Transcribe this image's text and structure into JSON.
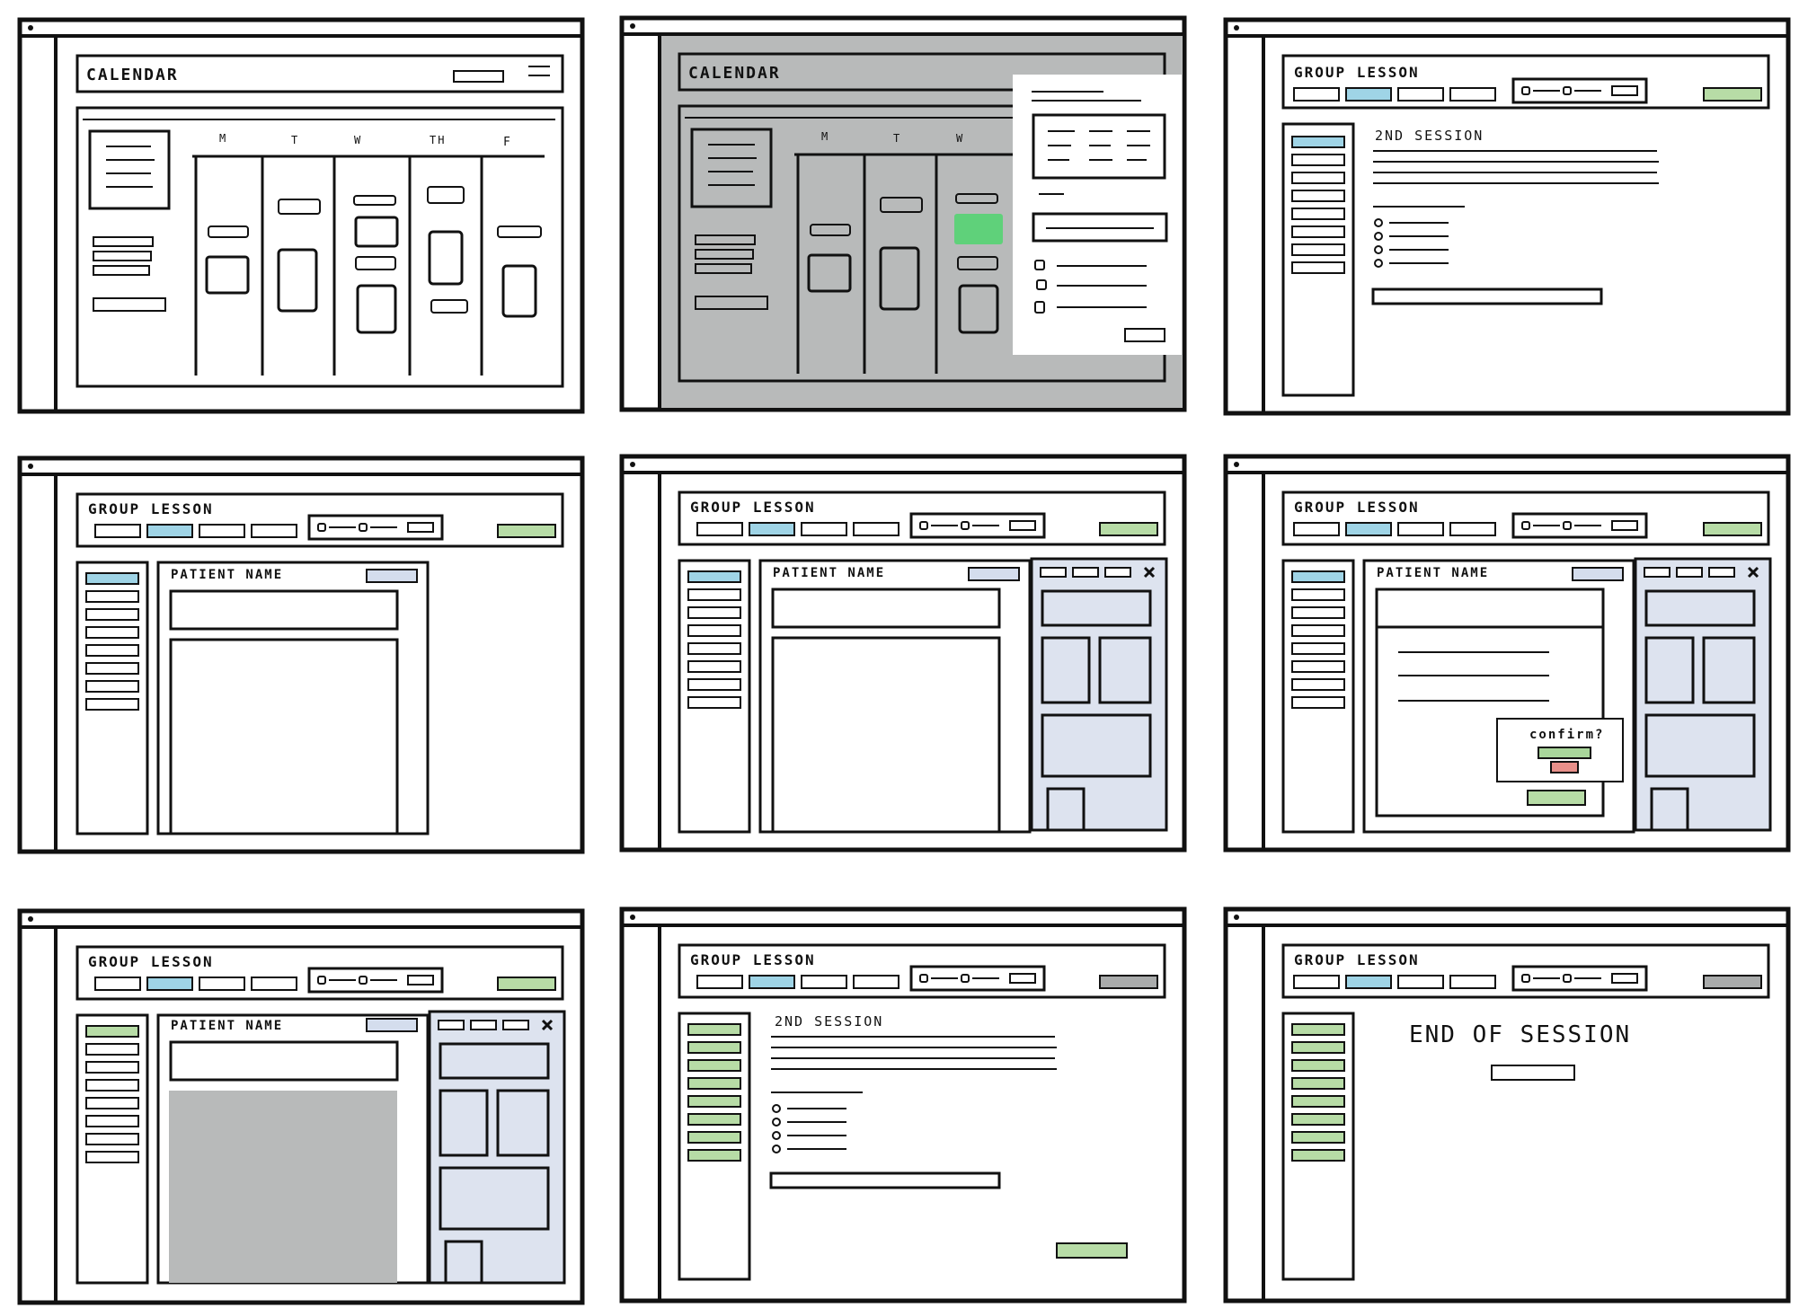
{
  "colors": {
    "ink": "#111111",
    "white": "#ffffff",
    "panel_blue": "#dde3ef",
    "tab_blue": "#9fd4e6",
    "lesson_green": "#b7dca6",
    "bright_green": "#5fd17a",
    "gray_overlay": "#b8baba",
    "gray_button": "#a9abab",
    "light_tag": "#d4dded",
    "confirm_red": "#e8908a",
    "confirm_green": "#a9d69b"
  },
  "frames": [
    {
      "title": "CALENDAR",
      "days": [
        "M",
        "T",
        "W",
        "TH",
        "F"
      ]
    },
    {
      "title": "CALENDAR",
      "days": [
        "M",
        "T",
        "W"
      ]
    },
    {
      "title": "GROUP LESSON",
      "session_label": "2ND SESSION"
    },
    {
      "title": "GROUP LESSON",
      "patient_label": "PATIENT NAME"
    },
    {
      "title": "GROUP LESSON",
      "patient_label": "PATIENT NAME"
    },
    {
      "title": "GROUP LESSON",
      "patient_label": "PATIENT NAME",
      "confirm_label": "confirm?"
    },
    {
      "title": "GROUP LESSON",
      "patient_label": "PATIENT NAME"
    },
    {
      "title": "GROUP LESSON",
      "session_label": "2ND SESSION"
    },
    {
      "title": "GROUP LESSON",
      "end_label": "END OF SESSION"
    }
  ]
}
